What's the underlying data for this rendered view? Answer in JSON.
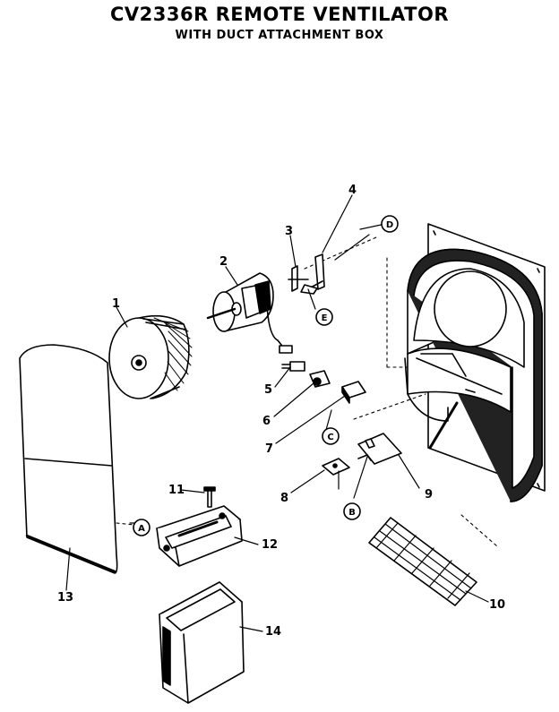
{
  "header": {
    "title": "CV2336R REMOTE VENTILATOR",
    "subtitle": "WITH DUCT ATTACHMENT BOX"
  },
  "parts": {
    "p1": "1",
    "p2": "2",
    "p3": "3",
    "p4": "4",
    "p5": "5",
    "p6": "6",
    "p7": "7",
    "p8": "8",
    "p9": "9",
    "p10": "10",
    "p11": "11",
    "p12": "12",
    "p13": "13",
    "p14": "14"
  },
  "refs": {
    "A": "A",
    "B": "B",
    "C": "C",
    "D": "D",
    "E": "E"
  }
}
